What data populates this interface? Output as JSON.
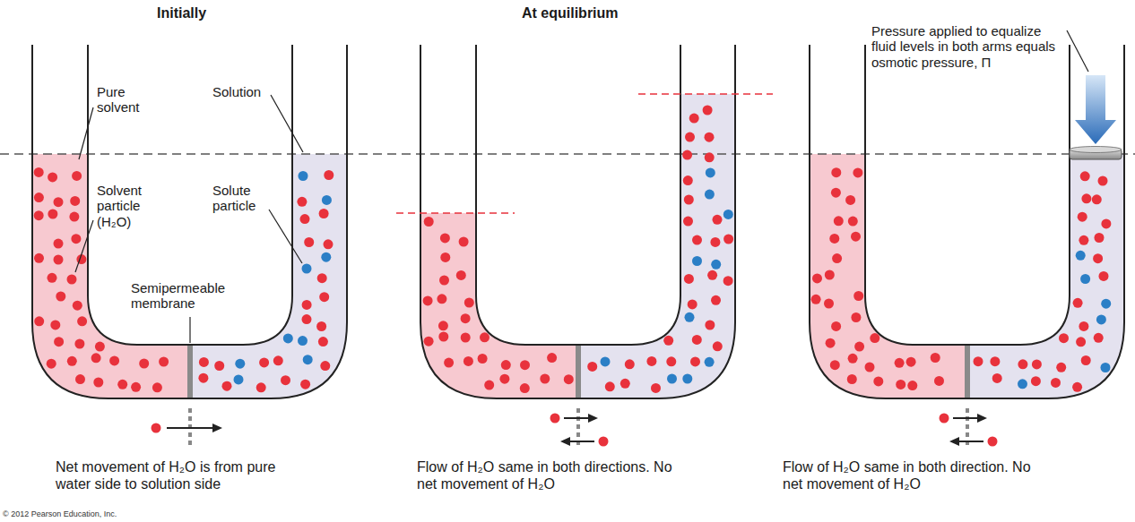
{
  "diagram": {
    "labels": [
      "Initially",
      "At equilibrium",
      "Pure solvent",
      "Solution",
      "Solvent particle (H₂O)",
      "Solute particle",
      "Semipermeable membrane",
      "Pressure applied to equalize fluid levels in both arms equals osmotic pressure, Π",
      "Net movement of H₂O is from pure water side to solution side",
      "Flow of H₂O same in both directions. No net movement of H₂O",
      "Flow of H₂O same in both direction. No net movement of H₂O",
      "© 2012 Pearson Education, Inc."
    ]
  }
}
